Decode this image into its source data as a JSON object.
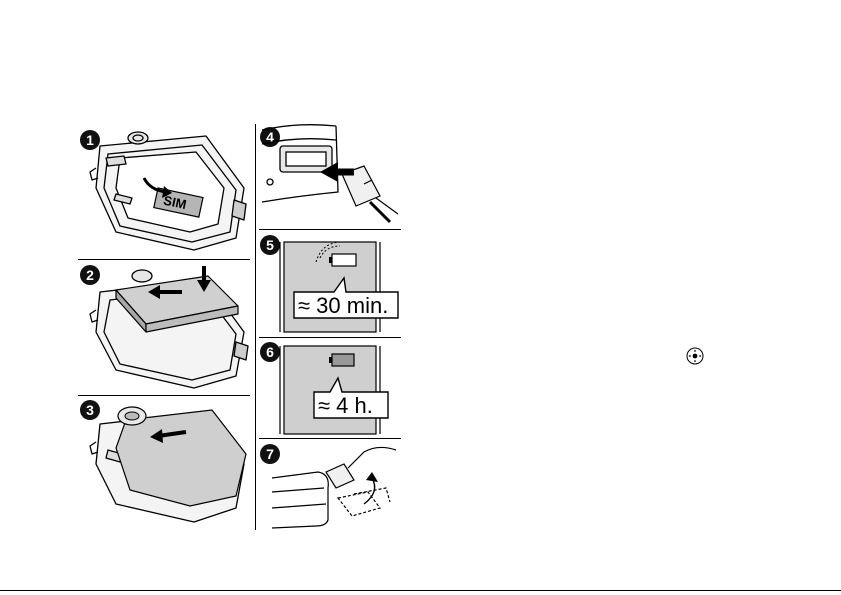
{
  "steps": [
    {
      "number": "1",
      "sim_label": "SIM"
    },
    {
      "number": "2"
    },
    {
      "number": "3"
    },
    {
      "number": "4"
    },
    {
      "number": "5",
      "charge_time": "≈ 30 min."
    },
    {
      "number": "6",
      "charge_time": "≈ 4 h."
    },
    {
      "number": "7"
    }
  ],
  "icons": {
    "navigation_key": "navigation-key-icon",
    "battery": "battery-icon"
  }
}
